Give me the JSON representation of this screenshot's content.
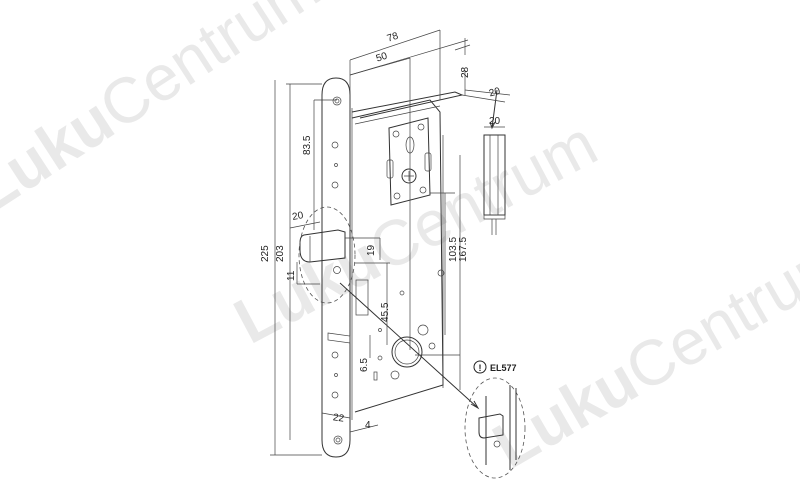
{
  "watermark": {
    "part1": "Luku",
    "part2": "Centrum"
  },
  "dimensions": {
    "width_total": "78",
    "backset": "50",
    "top_offset": "28",
    "strike_depth": "20",
    "accessory_width": "20",
    "faceplate_to_cylinder": "83.5",
    "faceplate_length": "225",
    "screw_spacing": "203",
    "latch_projection": "20",
    "latch_height": "19",
    "latch_offset": "11",
    "cylinder_to_follower": "103.5",
    "case_height": "167.5",
    "deadbolt_height": "45.5",
    "small_offset": "6.5",
    "faceplate_width": "22",
    "faceplate_thickness": "4"
  },
  "note": {
    "label": "EL577"
  }
}
